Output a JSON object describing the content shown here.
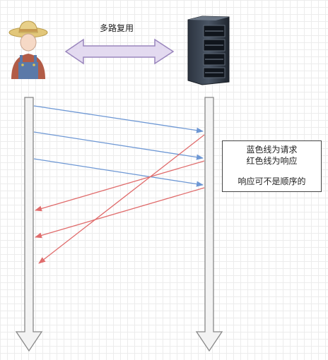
{
  "header": {
    "multiplex_label": "多路复用"
  },
  "legend": {
    "line1": "蓝色线为请求",
    "line2": "红色线为响应",
    "line3": "响应可不是顺序的"
  },
  "colors": {
    "request": "#6d97d4",
    "response": "#e06c6c",
    "lifeline_fill": "#f3f3f3",
    "lifeline_stroke": "#888888",
    "double_arrow_fill": "#e3daf0",
    "double_arrow_stroke": "#9a86bd"
  },
  "icons": {
    "client": "farmer-user-icon",
    "server": "server-rack-icon"
  }
}
